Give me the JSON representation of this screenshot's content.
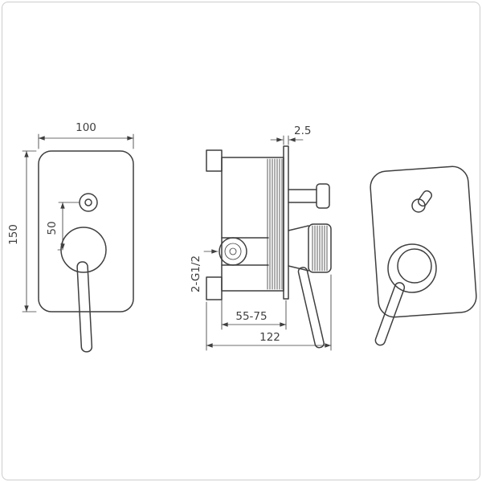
{
  "colors": {
    "line": "#3f3f3f",
    "background": "#ffffff",
    "frame_border": "#cccccc"
  },
  "dims": {
    "front_width": "100",
    "front_height": "150",
    "button_spacing": "50",
    "plate_thickness": "2.5",
    "thread_spec": "2-G1/2",
    "mounting_depth_range": "55-75",
    "overall_depth": "122"
  }
}
